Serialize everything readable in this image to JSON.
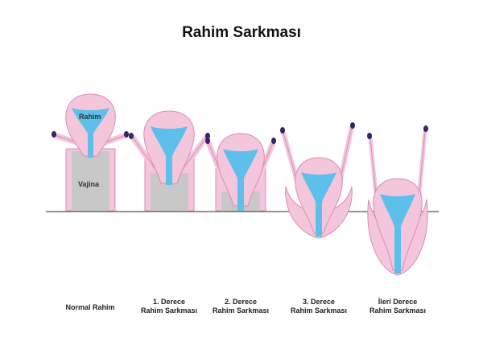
{
  "title": "Rahim Sarkması",
  "organ_labels": {
    "uterus": "Rahim",
    "vagina": "Vajina"
  },
  "stages": [
    {
      "line1": "Normal Rahim",
      "line2": ""
    },
    {
      "line1": "1. Derece",
      "line2": "Rahim Sarkması"
    },
    {
      "line1": "2. Derece",
      "line2": "Rahim Sarkması"
    },
    {
      "line1": "3. Derece",
      "line2": "Rahim Sarkması"
    },
    {
      "line1": "İleri Derece",
      "line2": "Rahim Sarkması"
    }
  ],
  "colors": {
    "tissue": "#f4c6dc",
    "tissue_edge": "#d98cb6",
    "cavity": "#5cc0ea",
    "vagina": "#c8c8c8",
    "tube_tip": "#34246b",
    "baseline": "#555555"
  }
}
